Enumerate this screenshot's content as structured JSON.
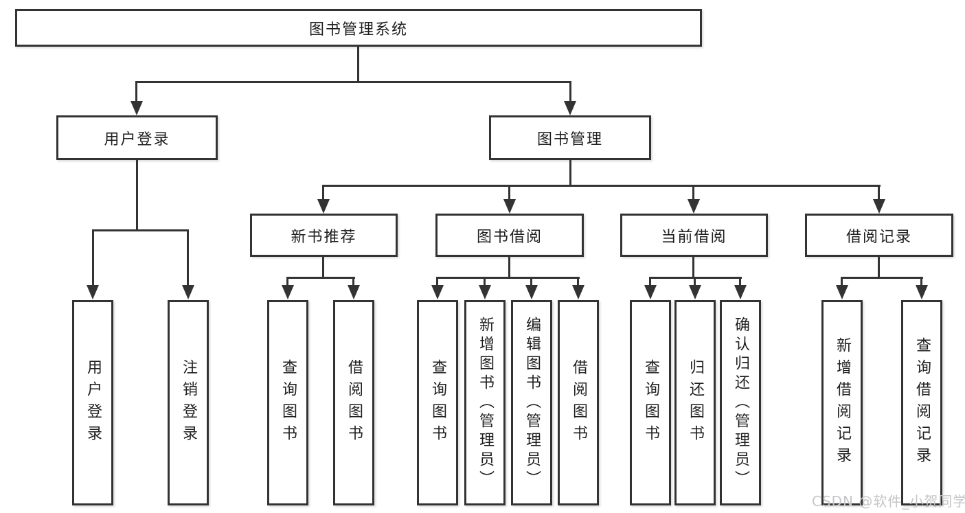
{
  "tree": {
    "root": {
      "label": "图书管理系统",
      "children": [
        {
          "label": "用户登录",
          "children": [
            {
              "label": "用户登录"
            },
            {
              "label": "注销登录"
            }
          ]
        },
        {
          "label": "图书管理",
          "children": [
            {
              "label": "新书推荐",
              "children": [
                {
                  "label": "查询图书"
                },
                {
                  "label": "借阅图书"
                }
              ]
            },
            {
              "label": "图书借阅",
              "children": [
                {
                  "label": "查询图书"
                },
                {
                  "label": "新增图书（管理员）"
                },
                {
                  "label": "编辑图书（管理员）"
                },
                {
                  "label": "借阅图书"
                }
              ]
            },
            {
              "label": "当前借阅",
              "children": [
                {
                  "label": "查询图书"
                },
                {
                  "label": "归还图书"
                },
                {
                  "label": "确认归还（管理员）"
                }
              ]
            },
            {
              "label": "借阅记录",
              "children": [
                {
                  "label": "新增借阅记录"
                },
                {
                  "label": "查询借阅记录"
                }
              ]
            }
          ]
        }
      ]
    }
  },
  "watermark": {
    "text": "CSDN @软件_小贺同学"
  },
  "colors": {
    "line": "#333333",
    "text": "#1f1f1f",
    "box_background": "#ffffff",
    "page_background": "#ffffff",
    "watermark": "#c6c6c8"
  }
}
